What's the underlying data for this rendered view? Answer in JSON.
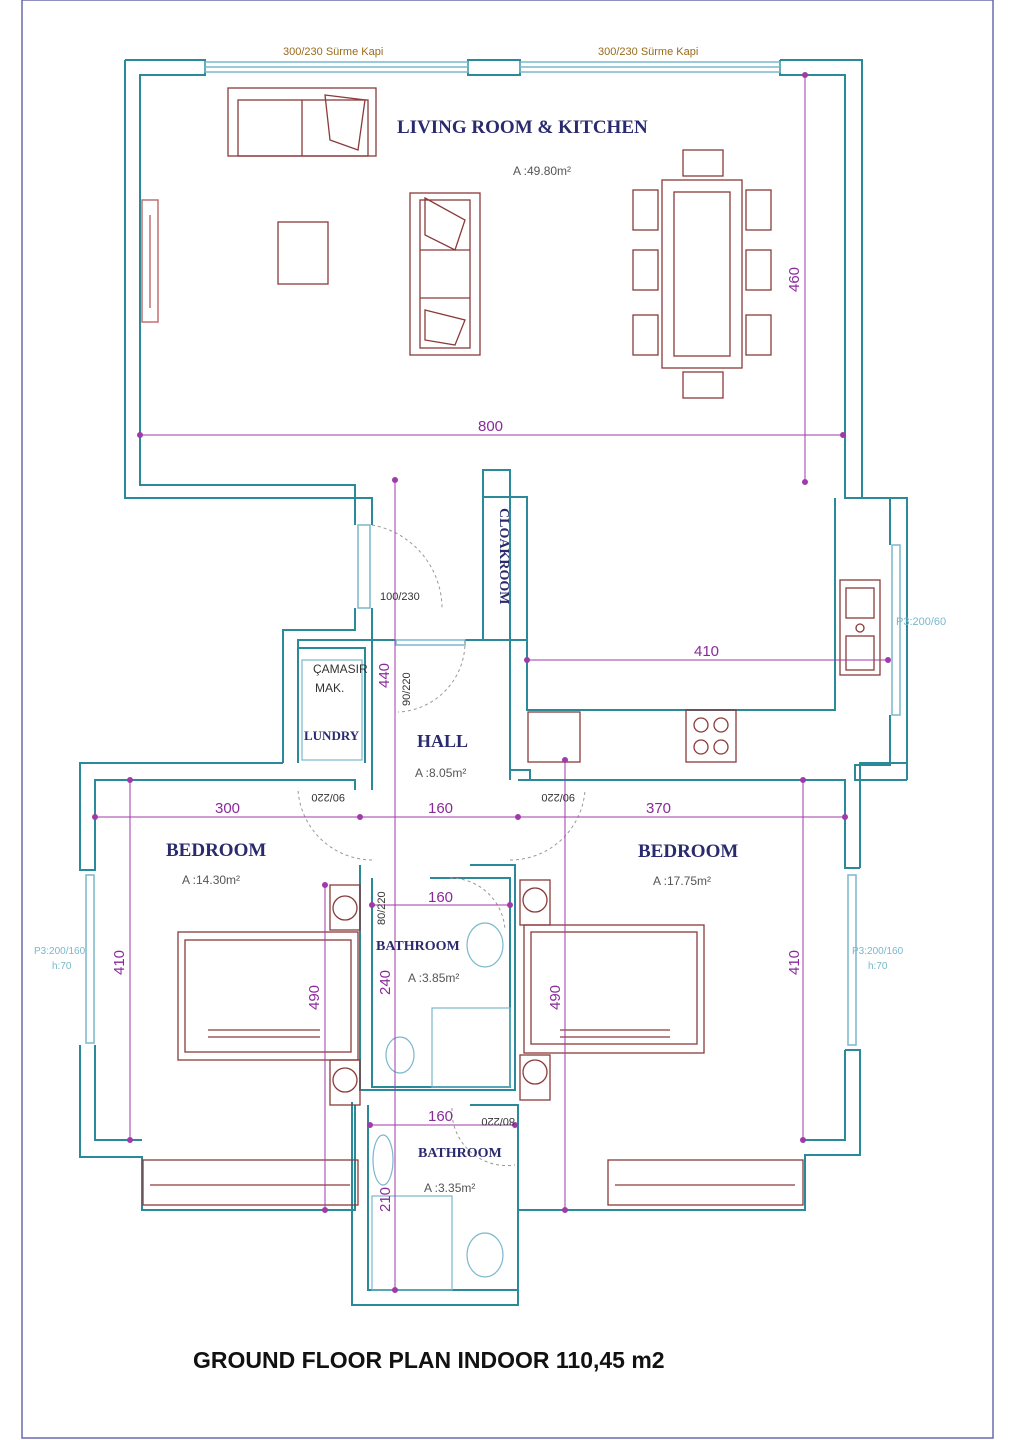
{
  "title": "GROUND FLOOR  PLAN INDOOR 110,45 m2",
  "rooms": {
    "living": {
      "name": "LIVING ROOM & KITCHEN",
      "area": "A :49.80m²"
    },
    "cloakroom": {
      "name": "CLOAKROOM"
    },
    "laundry": {
      "name": "LUNDRY",
      "appliance": [
        "ÇAMASIR",
        "MAK."
      ]
    },
    "hall": {
      "name": "HALL",
      "area": "A :8.05m²"
    },
    "bedroom_left": {
      "name": "BEDROOM",
      "area": "A :14.30m²"
    },
    "bedroom_right": {
      "name": "BEDROOM",
      "area": "A :17.75m²"
    },
    "bathroom_upper": {
      "name": "BATHROOM",
      "area": "A :3.85m²"
    },
    "bathroom_lower": {
      "name": "BATHROOM",
      "area": "A :3.35m²"
    }
  },
  "openings": {
    "sliding_door_1": "300/230 Sürme Kapi",
    "sliding_door_2": "300/230 Sürme Kapi",
    "entrance_door": "100/230",
    "hall_door": "90/220",
    "bedroom_left_door": "90/220",
    "bedroom_right_door": "90/220",
    "bath_upper_door": "80/220",
    "bath_lower_door": "80/220",
    "kitchen_window": "P3:200/60",
    "window_left": [
      "P3:200/160",
      "h:70"
    ],
    "window_right": [
      "P3:200/160",
      "h:70"
    ]
  },
  "dimensions": {
    "living_width": "800",
    "living_depth": "460",
    "kitchen_width": "410",
    "hall_depth": "440",
    "bedroom_left_width": "300",
    "hall_width": "160",
    "bedroom_right_width": "370",
    "bath_upper_width": "160",
    "bath_lower_width": "160",
    "bedroom_left_depth": "410",
    "bedroom_left_bed": "490",
    "bath_upper_depth": "240",
    "bedroom_right_bed": "490",
    "bedroom_right_depth": "410",
    "bath_lower_depth": "210"
  },
  "colors": {
    "wall": "#2a8a9a",
    "furniture": "#8a3a3a",
    "dimension": "#a03aaa",
    "room_label": "#2a2a6e",
    "window": "#79b7cc"
  }
}
